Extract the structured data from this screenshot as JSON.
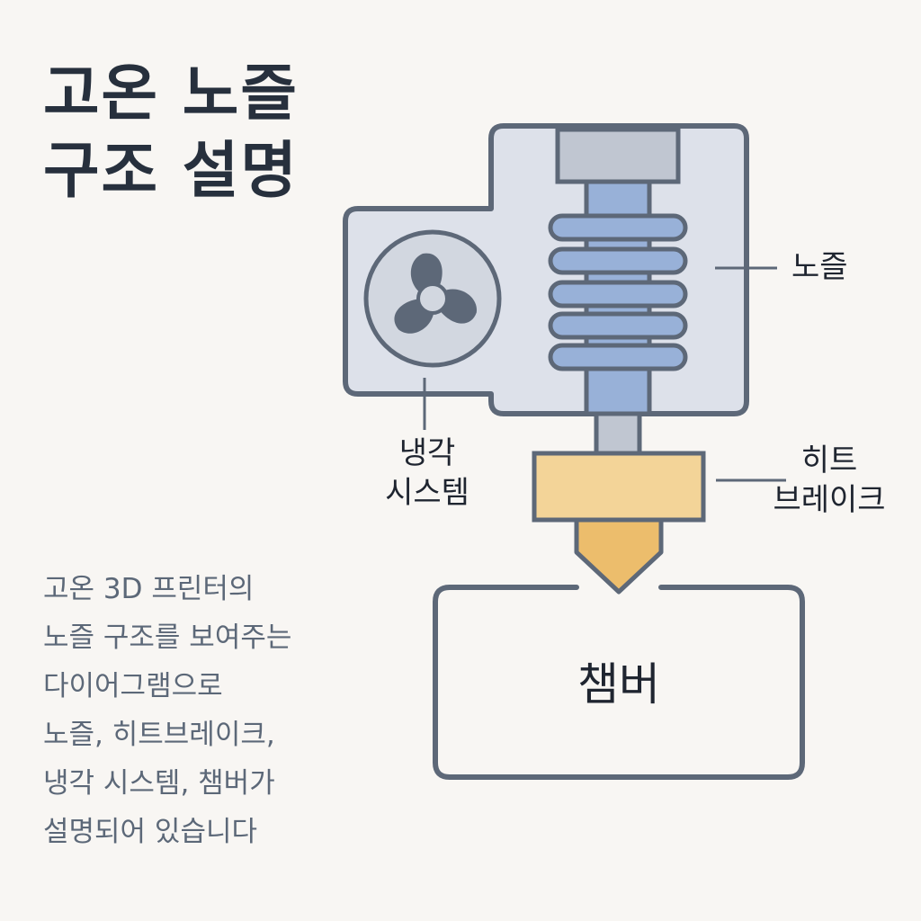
{
  "title": {
    "line1": "고온 노즐",
    "line2": "구조 설명"
  },
  "description": [
    "고온 3D 프린터의",
    "노즐 구조를 보여주는",
    "다이어그램으로",
    "노즐, 히트브레이크,",
    "냉각 시스템, 챔버가",
    "설명되어 있습니다"
  ],
  "labels": {
    "nozzle": "노즐",
    "cooling_line1": "냉각",
    "cooling_line2": "시스템",
    "heatbreak_line1": "히트",
    "heatbreak_line2": "브레이크",
    "chamber": "챔버"
  },
  "icons": {
    "fan": "fan-icon"
  },
  "colors": {
    "background": "#f8f6f3",
    "outline": "#5d6878",
    "housing": "#dde1ea",
    "heatsink_fin": "#98b1d8",
    "heater_block": "#f3d498",
    "nozzle_tip": "#ecbd6c",
    "fan": "#5d6878"
  }
}
